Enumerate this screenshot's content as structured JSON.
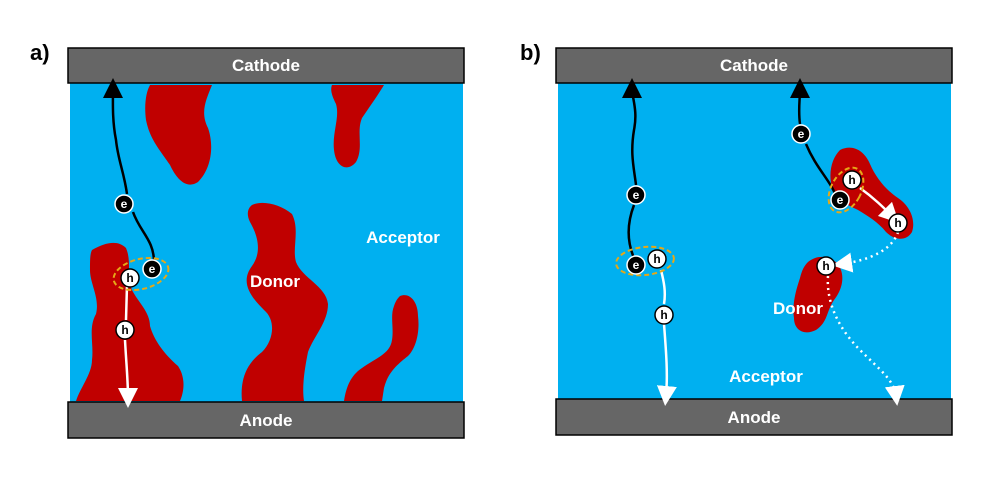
{
  "panels": {
    "a": {
      "label": "a)",
      "cathode": "Cathode",
      "anode": "Anode",
      "donor": "Donor",
      "acceptor": "Acceptor"
    },
    "b": {
      "label": "b)",
      "cathode": "Cathode",
      "anode": "Anode",
      "donor": "Donor",
      "acceptor": "Acceptor"
    }
  },
  "carriers": {
    "electron": "e",
    "hole": "h"
  },
  "colors": {
    "acceptor": "#00b0f0",
    "donor": "#c00000",
    "electrode": "#666666",
    "exciton_outline": "#e6a817",
    "electron_fill": "#000000",
    "hole_fill": "#ffffff"
  }
}
